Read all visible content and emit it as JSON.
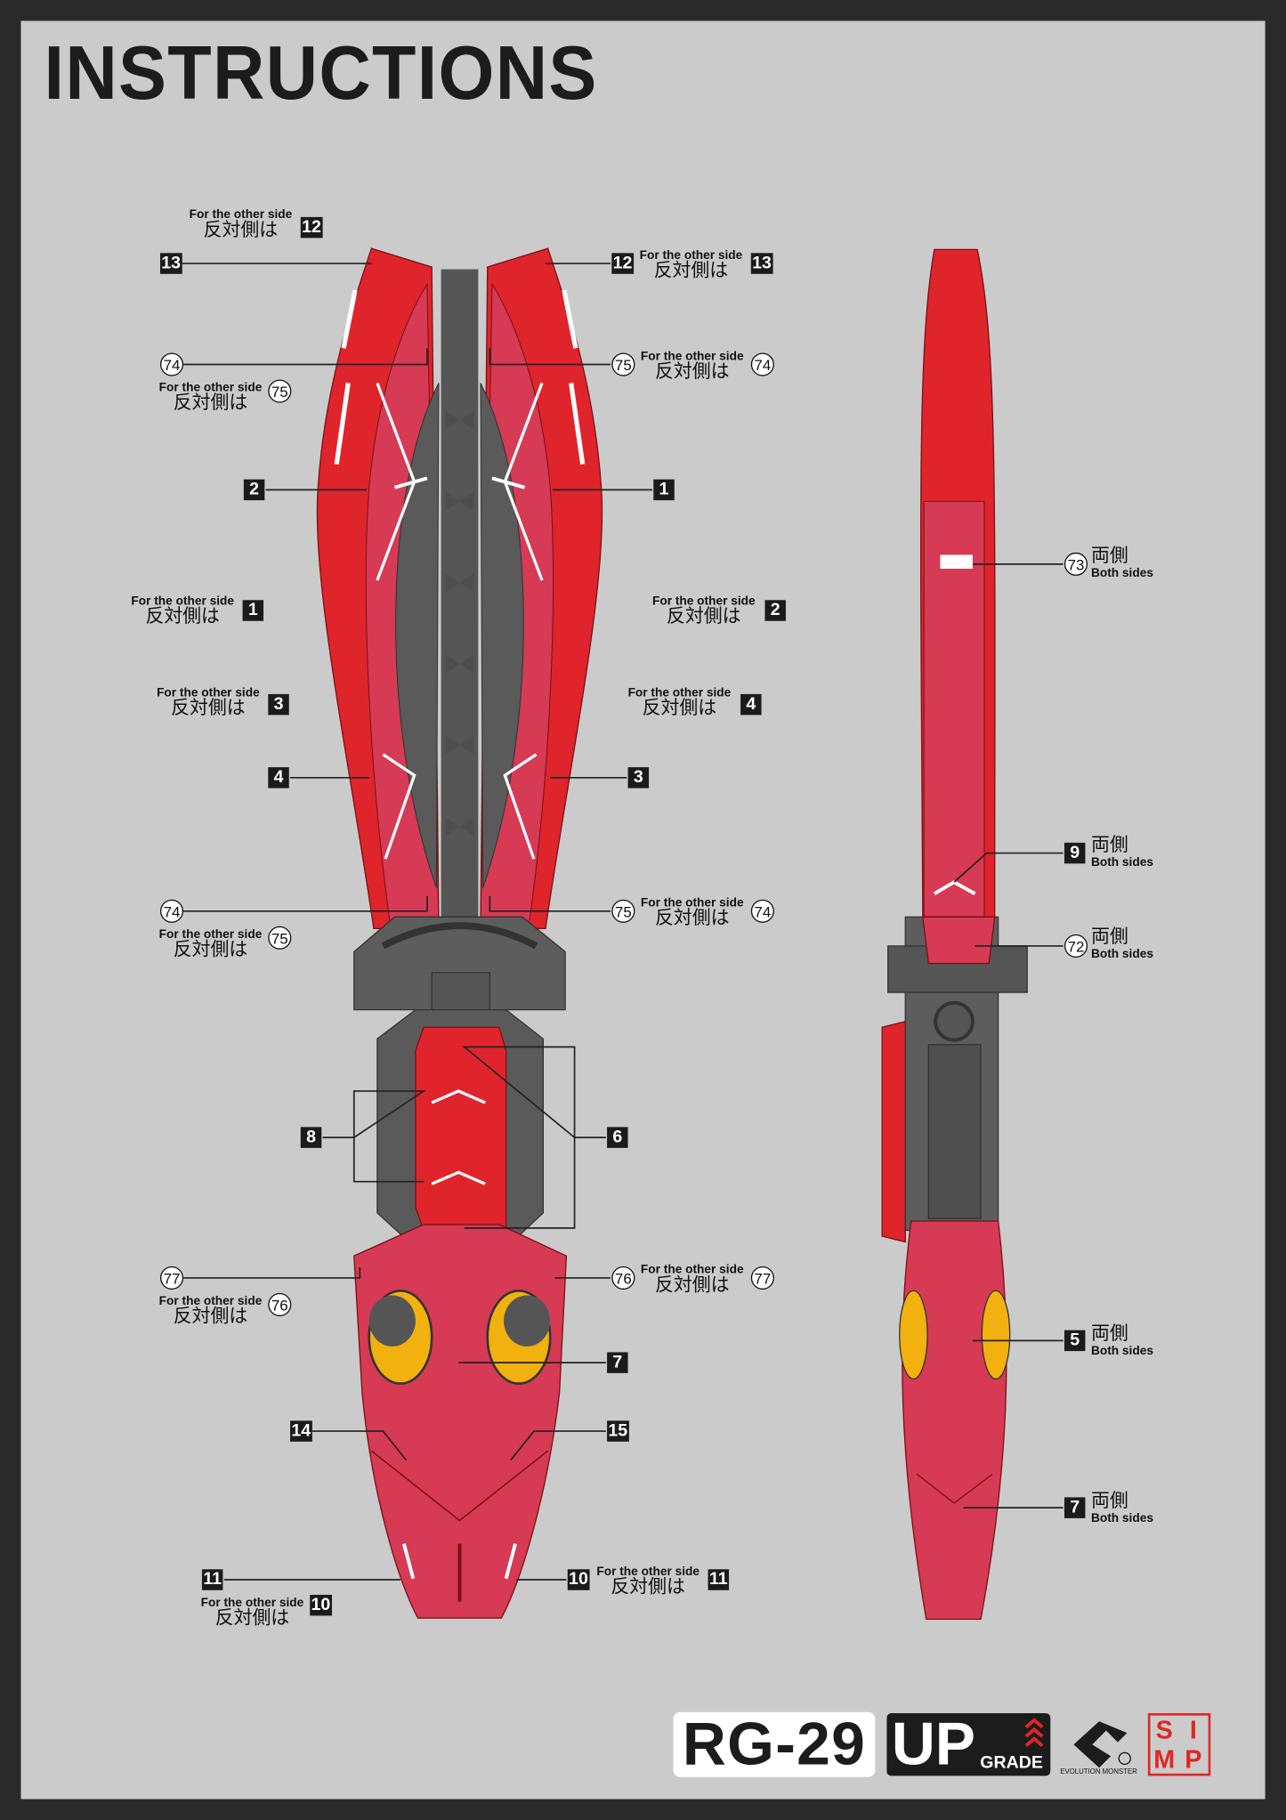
{
  "title": "INSTRUCTIONS",
  "labels": {
    "other_side_en": "For the other side",
    "other_side_jp": "反対側は",
    "both_sides_jp": "両側",
    "both_sides_en": "Both sides"
  },
  "callouts": [
    "12",
    "13",
    "74",
    "75",
    "2",
    "1",
    "3",
    "4",
    "74",
    "75",
    "8",
    "6",
    "77",
    "76",
    "7",
    "14",
    "15",
    "11",
    "10",
    "10",
    "11",
    "12",
    "13",
    "75",
    "74",
    "1",
    "2",
    "4",
    "3",
    "75",
    "74",
    "76",
    "77",
    "73",
    "9",
    "72",
    "5",
    "7"
  ],
  "logos": {
    "model": "RG-29",
    "brand_up": "UP",
    "brand_grade": "GRADE",
    "evolution": "EVOLUTION MONSTER",
    "simp": [
      "S",
      "I",
      "M",
      "P"
    ]
  },
  "colors": {
    "red": "#e0242c",
    "pink": "#d63a55",
    "gray": "#5d5d5d",
    "yellow": "#f2b10f",
    "background": "#cbcbcb"
  }
}
